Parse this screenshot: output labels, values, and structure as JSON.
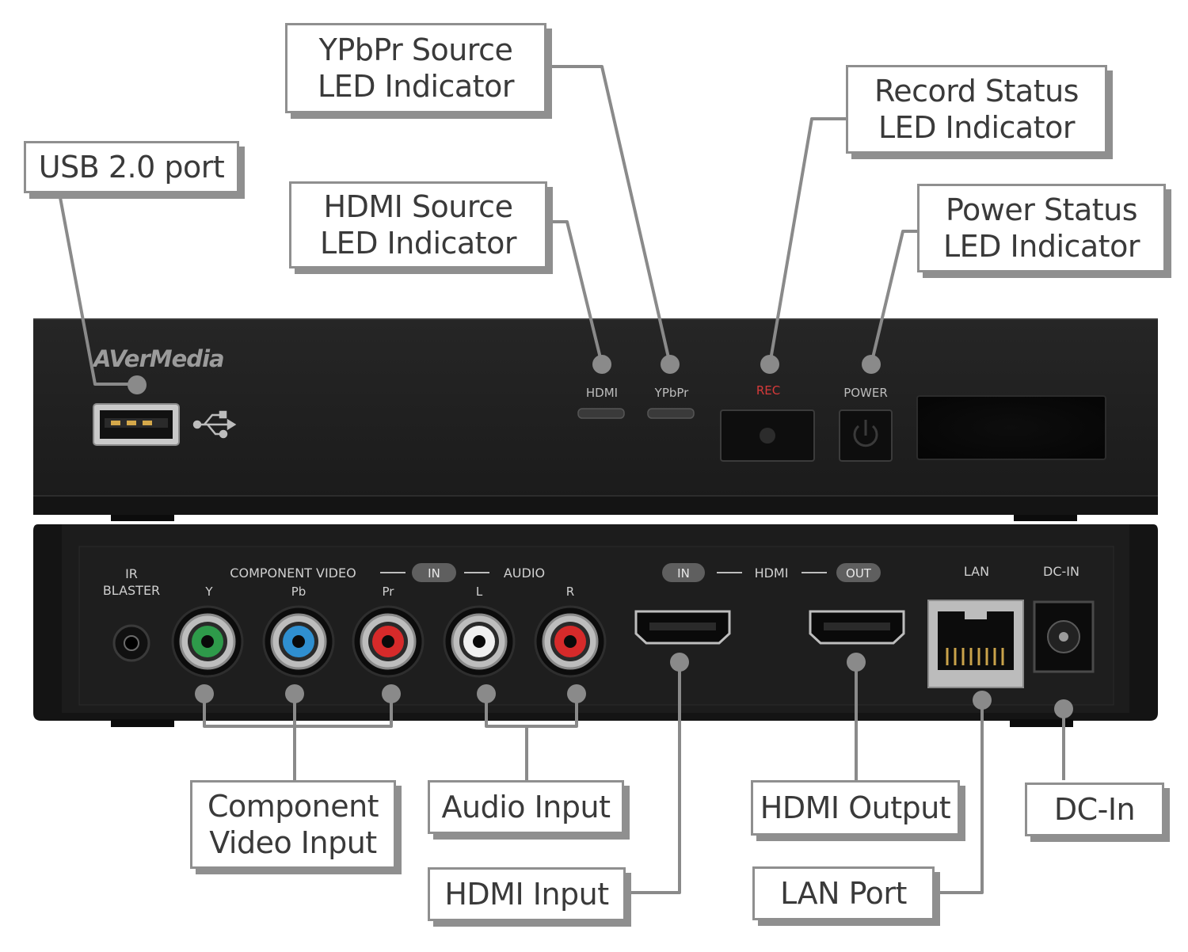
{
  "callouts": {
    "usb": "USB 2.0 port",
    "ypbpr_led": [
      "YPbPr Source",
      "LED Indicator"
    ],
    "hdmi_led": [
      "HDMI Source",
      "LED Indicator"
    ],
    "record_led": [
      "Record Status",
      "LED Indicator"
    ],
    "power_led": [
      "Power Status",
      "LED Indicator"
    ],
    "component": [
      "Component",
      "Video Input"
    ],
    "audio": "Audio Input",
    "hdmi_input": "HDMI Input",
    "hdmi_output": "HDMI Output",
    "lan_port": "LAN Port",
    "dc_in": "DC-In"
  },
  "front_panel": {
    "brand": "AVerMedia",
    "hdmi": "HDMI",
    "ypbpr": "YPbPr",
    "rec": "REC",
    "power": "POWER"
  },
  "rear_panel": {
    "ir": "IR",
    "blaster": "BLASTER",
    "component_video": "COMPONENT VIDEO",
    "in": "IN",
    "audio": "AUDIO",
    "y": "Y",
    "pb": "Pb",
    "pr": "Pr",
    "l": "L",
    "r": "R",
    "hdmi": "HDMI",
    "out": "OUT",
    "lan": "LAN",
    "dc_in": "DC-IN"
  },
  "colors": {
    "device": "#1c1c1c",
    "callout_border": "#8f8f8f",
    "leader": "#8a8a8a",
    "rec_label": "#d63a3a",
    "jack_green": "#2e9a4a",
    "jack_blue": "#2f8fd0",
    "jack_red": "#d62a2a",
    "jack_white": "#f0f0f0"
  }
}
